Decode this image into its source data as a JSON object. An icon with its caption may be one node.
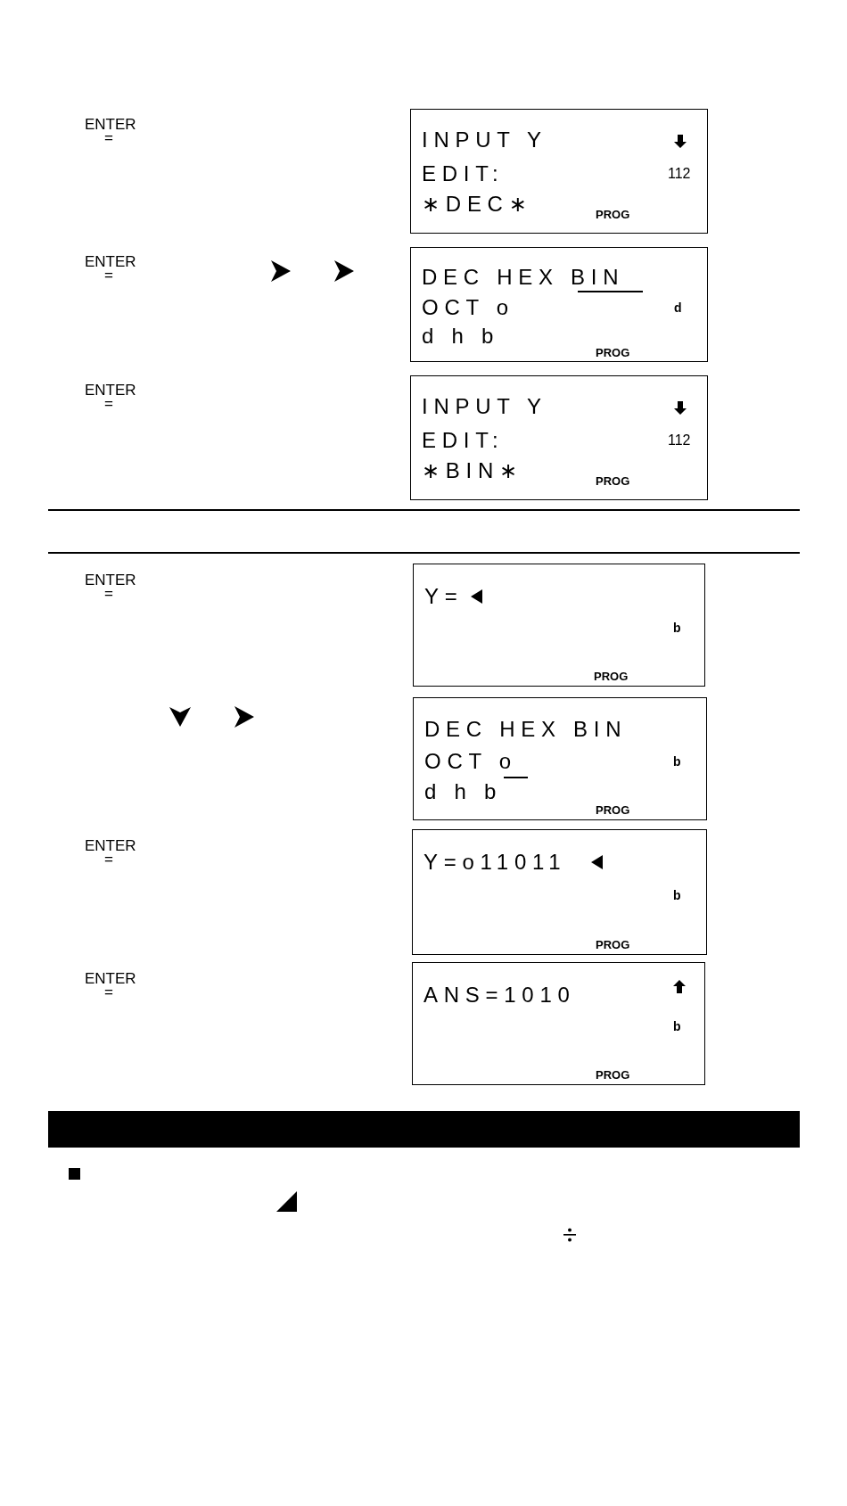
{
  "diagram": {
    "nodes": [
      {
        "text": [
          "INPUT Y",
          "EDIT:",
          "∗DEC∗",
          "112",
          "PROG"
        ]
      },
      {
        "text": [
          "DEC HEX BIN",
          "OCT o",
          "d h b",
          "d",
          "PROG"
        ]
      },
      {
        "text": [
          "INPUT Y",
          "EDIT:",
          "∗BIN∗",
          "112",
          "PROG"
        ]
      },
      {
        "text": [
          "Y=",
          "b",
          "PROG"
        ]
      },
      {
        "text": [
          "DEC HEX BIN",
          "OCT o",
          "d h b",
          "b",
          "PROG"
        ]
      },
      {
        "text": [
          "Y=o11011",
          "b",
          "PROG"
        ]
      },
      {
        "text": [
          "ANS=1010",
          "b",
          "PROG"
        ]
      }
    ],
    "labels": [
      "ENTER",
      "=",
      "ENTER",
      "=",
      "ENTER",
      "=",
      "ENTER",
      "=",
      "ENTER",
      "=",
      "ENTER",
      "="
    ]
  }
}
